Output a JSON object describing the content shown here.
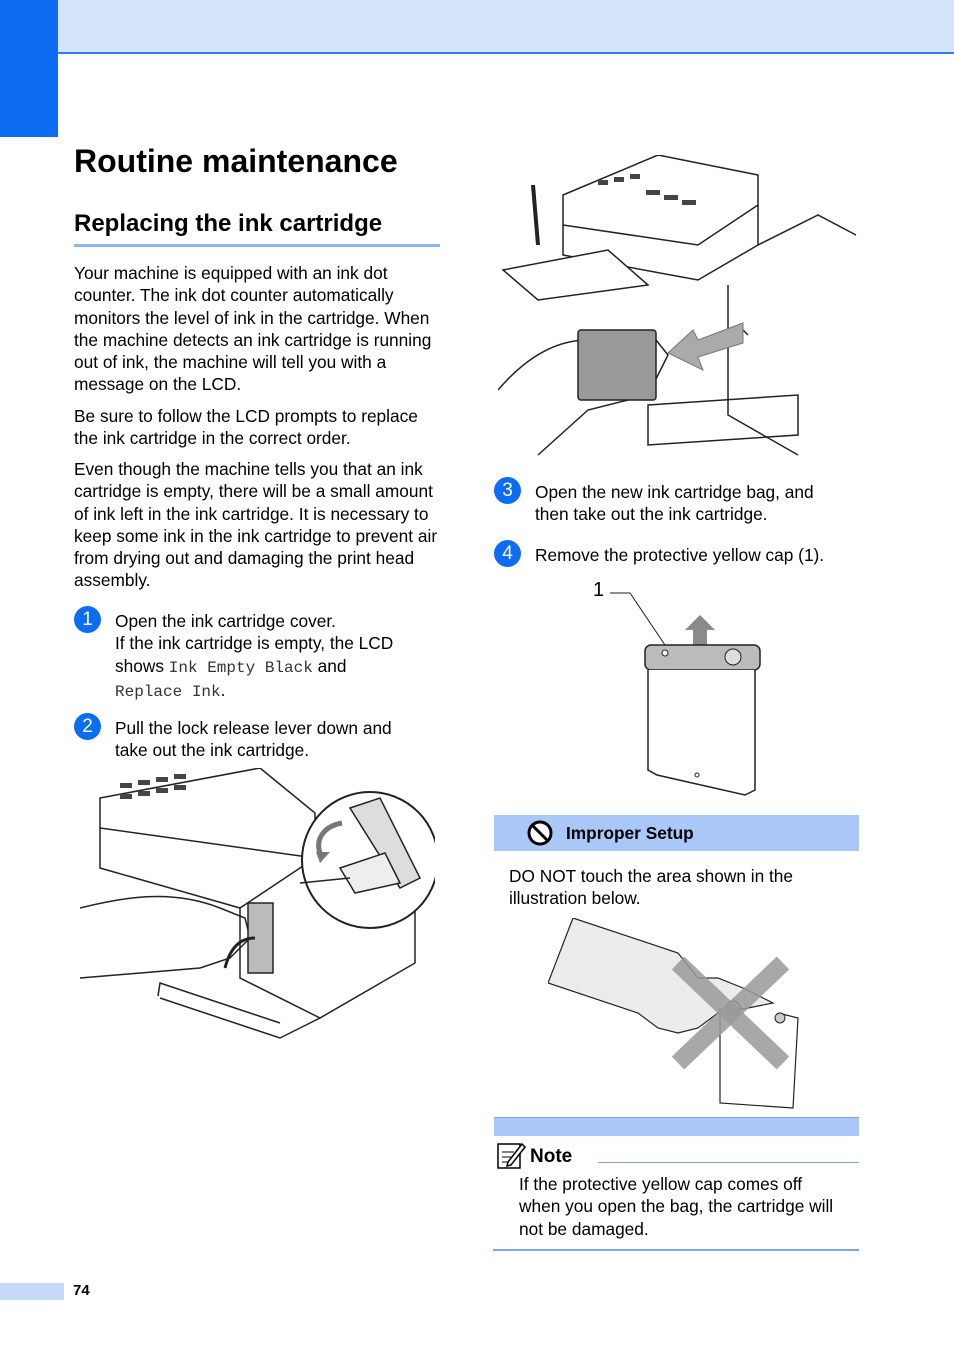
{
  "page": {
    "chapter_title": "Routine maintenance",
    "section_title": "Replacing the ink cartridge",
    "page_number": "74"
  },
  "intro": [
    "Your machine is equipped with an ink dot counter. The ink dot counter automatically monitors the level of ink in the cartridge. When the machine detects an ink cartridge is running out of ink, the machine will tell you with a message on the LCD.",
    "Be sure to follow the LCD prompts to replace the ink cartridge in the correct order.",
    "Even though the machine tells you that an ink cartridge is empty, there will be a small amount of ink left in the ink cartridge. It is necessary to keep some ink in the ink cartridge to prevent air from drying out and damaging the print head assembly."
  ],
  "steps": [
    {
      "num": "1",
      "line1": "Open the ink cartridge cover.",
      "line2": "If the ink cartridge is empty, the LCD",
      "line3_a": "shows ",
      "lcd1": "Ink Empty Black",
      "line3_b": " and",
      "lcd2": "Replace Ink",
      "line4_end": "."
    },
    {
      "num": "2",
      "line1": "Pull the lock release lever down and",
      "line2": "take out the ink cartridge."
    },
    {
      "num": "3",
      "line1": "Open the new ink cartridge bag, and",
      "line2": "then take out the ink cartridge."
    },
    {
      "num": "4",
      "line1": "Remove the protective yellow cap (1)."
    }
  ],
  "callout_label": "1",
  "improper": {
    "title": "Improper Setup",
    "icon": "prohibited-icon",
    "line1": "DO NOT touch the area shown in the",
    "line2": "illustration below."
  },
  "note": {
    "title": "Note",
    "icon": "note-pencil-icon",
    "line1": "If the protective yellow cap comes off",
    "line2": "when you open the bag, the cartridge will",
    "line3": "not be damaged."
  },
  "colors": {
    "accent": "#0c6df2",
    "band": "#d5e3fb",
    "improper_bar": "#a9c8f8"
  }
}
